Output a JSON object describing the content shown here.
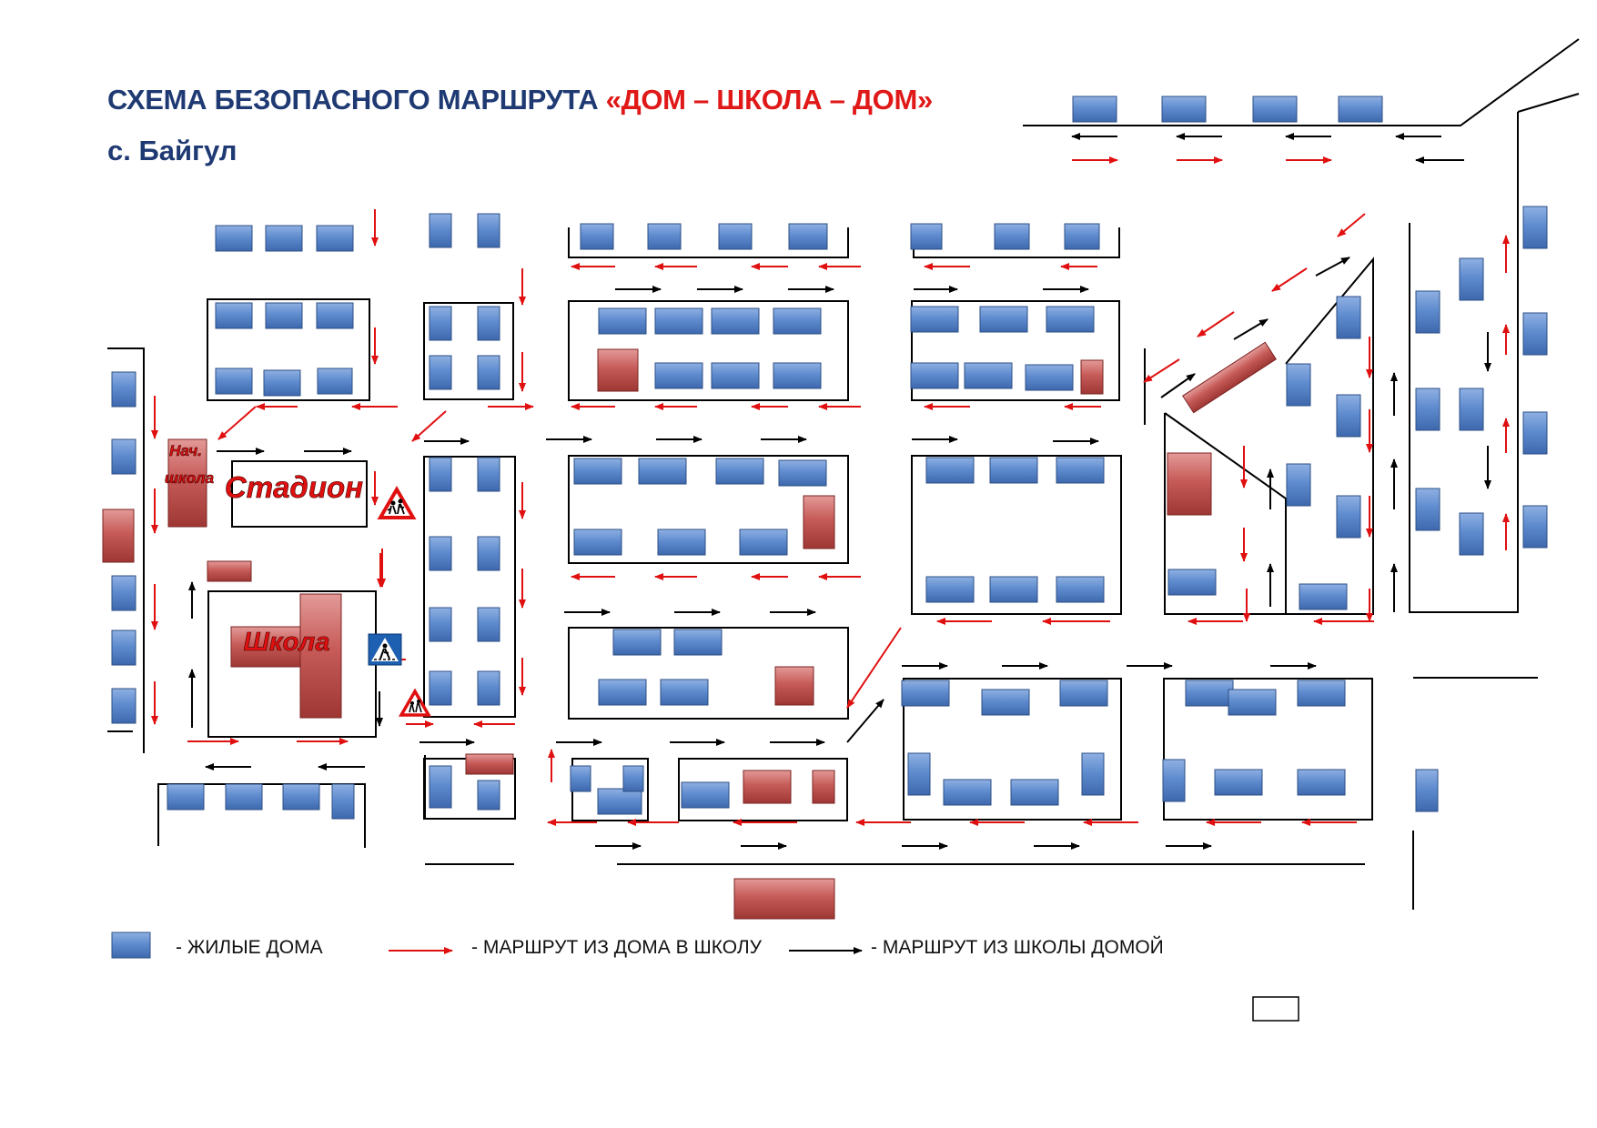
{
  "title": {
    "prefix": "СХЕМА БЕЗОПАСНОГО МАРШРУТА ",
    "accent": "«ДОМ – ШКОЛА – ДОМ»",
    "village": "с. Байгул"
  },
  "map_labels": {
    "primary_school": [
      "Нач.",
      "школа"
    ],
    "stadium": "Стадион",
    "school": "Школа"
  },
  "legend": {
    "houses": "- ЖИЛЫЕ ДОМА",
    "to_school": "- МАРШРУТ ИЗ ДОМА В ШКОЛУ",
    "from_school": "- МАРШРУТ ИЗ ШКОЛЫ ДОМОЙ"
  },
  "colors": {
    "title": "#1f3a73",
    "accent": "#e01818",
    "house_fill": "#5b86c8",
    "public_building_fill": "#c0504d",
    "route_to_school": "#e01010",
    "route_from_school": "#000000",
    "road": "#000000"
  },
  "icons": {
    "children_sign": "children-crossing-warning-icon",
    "crosswalk_sign": "pedestrian-crossing-icon"
  }
}
